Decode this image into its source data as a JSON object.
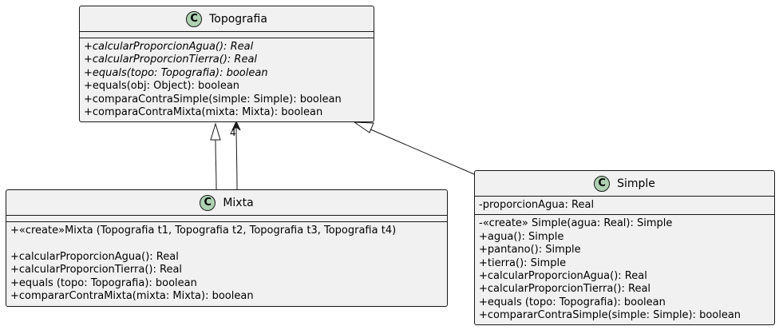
{
  "classes": {
    "topografia": {
      "stereotype_letter": "C",
      "name": "Topografia",
      "methods": [
        "+calcularProporcionAgua(): Real",
        "+calcularProporcionTierra(): Real",
        "+equals(topo: Topografia): boolean",
        "+equals(obj: Object): boolean",
        "+comparaContraSimple(simple: Simple): boolean",
        "+comparaContraMixta(mixta: Mixta): boolean"
      ]
    },
    "mixta": {
      "stereotype_letter": "C",
      "name": "Mixta",
      "methods": [
        "+«create»Mixta (Topografia t1, Topografia t2, Topografia t3, Topografia t4)",
        "",
        "+calcularProporcionAgua(): Real",
        "+calcularProporcionTierra(): Real",
        "+equals (topo: Topografia): boolean",
        "+compararContraMixta(mixta: Mixta): boolean"
      ]
    },
    "simple": {
      "stereotype_letter": "C",
      "name": "Simple",
      "attributes": [
        "-proporcionAgua: Real"
      ],
      "methods": [
        "-«create» Simple(agua: Real): Simple",
        "+agua(): Simple",
        "+pantano(): Simple",
        "+tierra(): Simple",
        "+calcularProporcionAgua(): Real",
        "+calcularProporcionTierra(): Real",
        "+equals (topo: Topografia): boolean",
        "+compararContraSimple(simple: Simple): boolean"
      ]
    }
  },
  "relations": {
    "mixta_to_topografia_multiplicity": "4"
  }
}
